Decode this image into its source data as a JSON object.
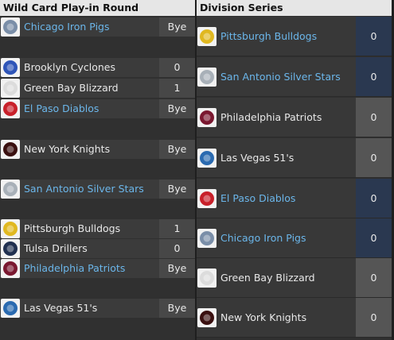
{
  "wildcard": {
    "title": "Wild Card Play-in Round",
    "rows": [
      {
        "team": "Chicago Iron Pigs",
        "score": "Bye",
        "link": true,
        "logo": "chicago-iron-pigs-logo",
        "color": "#7a8ea8"
      },
      {
        "team": "Brooklyn Cyclones",
        "score": "0",
        "link": false,
        "logo": "brooklyn-cyclones-logo",
        "color": "#2f55b8"
      },
      {
        "team": "Green Bay Blizzard",
        "score": "1",
        "link": false,
        "logo": "green-bay-blizzard-logo",
        "color": "#dcdcdc"
      },
      {
        "team": "El Paso Diablos",
        "score": "Bye",
        "link": true,
        "logo": "el-paso-diablos-logo",
        "color": "#c8202a"
      },
      {
        "team": "New York Knights",
        "score": "Bye",
        "link": false,
        "logo": "new-york-knights-logo",
        "color": "#3a1010"
      },
      {
        "team": "San Antonio Silver Stars",
        "score": "Bye",
        "link": true,
        "logo": "san-antonio-silver-stars-logo",
        "color": "#a8b0b8"
      },
      {
        "team": "Pittsburgh Bulldogs",
        "score": "1",
        "link": false,
        "logo": "pittsburgh-bulldogs-logo",
        "color": "#e0b820"
      },
      {
        "team": "Tulsa Drillers",
        "score": "0",
        "link": false,
        "logo": "tulsa-drillers-logo",
        "color": "#203050"
      },
      {
        "team": "Philadelphia Patriots",
        "score": "Bye",
        "link": true,
        "logo": "philadelphia-patriots-logo",
        "color": "#7a1830"
      },
      {
        "team": "Las Vegas 51's",
        "score": "Bye",
        "link": false,
        "logo": "las-vegas-51s-logo",
        "color": "#2a6ab0"
      }
    ]
  },
  "division": {
    "title": "Division Series",
    "rows": [
      {
        "team": "Pittsburgh Bulldogs",
        "score": "0",
        "link": true,
        "logo": "pittsburgh-bulldogs-logo",
        "color": "#e0b820"
      },
      {
        "team": "San Antonio Silver Stars",
        "score": "0",
        "link": true,
        "logo": "san-antonio-silver-stars-logo",
        "color": "#a8b0b8"
      },
      {
        "team": "Philadelphia Patriots",
        "score": "0",
        "link": false,
        "logo": "philadelphia-patriots-logo",
        "color": "#7a1830"
      },
      {
        "team": "Las Vegas 51's",
        "score": "0",
        "link": false,
        "logo": "las-vegas-51s-logo",
        "color": "#2a6ab0"
      },
      {
        "team": "El Paso Diablos",
        "score": "0",
        "link": true,
        "logo": "el-paso-diablos-logo",
        "color": "#c8202a"
      },
      {
        "team": "Chicago Iron Pigs",
        "score": "0",
        "link": true,
        "logo": "chicago-iron-pigs-logo",
        "color": "#7a8ea8"
      },
      {
        "team": "Green Bay Blizzard",
        "score": "0",
        "link": false,
        "logo": "green-bay-blizzard-logo",
        "color": "#dcdcdc"
      },
      {
        "team": "New York Knights",
        "score": "0",
        "link": false,
        "logo": "new-york-knights-logo",
        "color": "#3a1010"
      }
    ]
  }
}
